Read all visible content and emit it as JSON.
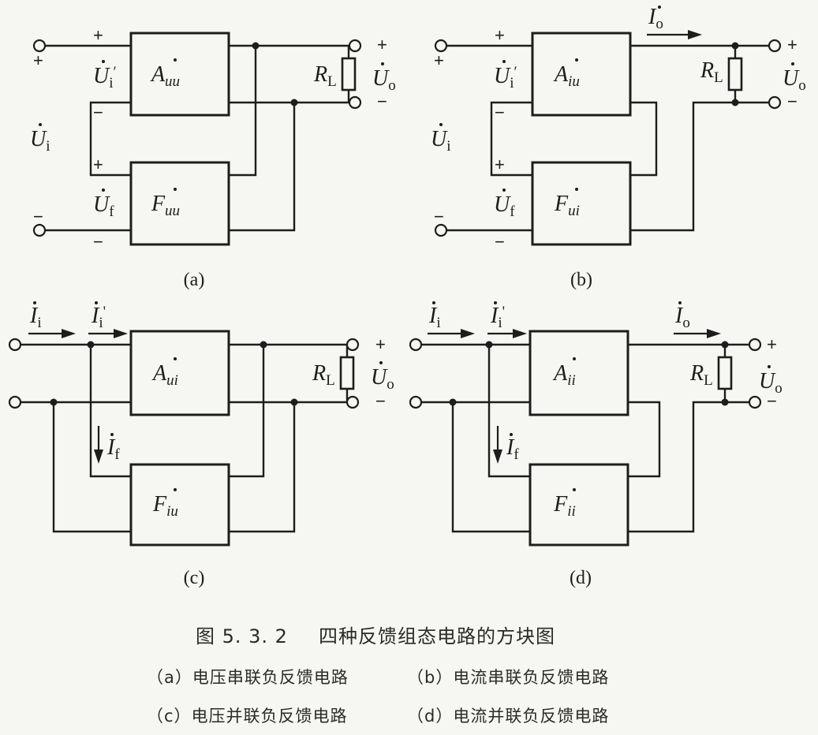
{
  "figure": {
    "number": "图 5. 3. 2",
    "title": "四种反馈组态电路的方块图",
    "captions": {
      "a": "（a）电压串联负反馈电路",
      "b": "（b）电流串联负反馈电路",
      "c": "（c）电压并联负反馈电路",
      "d": "（d）电流并联负反馈电路"
    }
  },
  "panels": {
    "a": {
      "tag": "(a)",
      "amp": {
        "base": "A",
        "sub": "uu"
      },
      "fb": {
        "base": "F",
        "sub": "uu"
      }
    },
    "b": {
      "tag": "(b)",
      "amp": {
        "base": "A",
        "sub": "iu"
      },
      "fb": {
        "base": "F",
        "sub": "ui"
      }
    },
    "c": {
      "tag": "(c)",
      "amp": {
        "base": "A",
        "sub": "ui"
      },
      "fb": {
        "base": "F",
        "sub": "iu"
      }
    },
    "d": {
      "tag": "(d)",
      "amp": {
        "base": "A",
        "sub": "ii"
      },
      "fb": {
        "base": "F",
        "sub": "ii"
      }
    }
  },
  "labels": {
    "u": "U",
    "i": "I",
    "r": "R",
    "sub_i": "i",
    "sub_f": "f",
    "sub_o": "o",
    "sub_L": "L",
    "prime": "′",
    "prime_plain": "'",
    "plus": "+",
    "minus": "−"
  }
}
